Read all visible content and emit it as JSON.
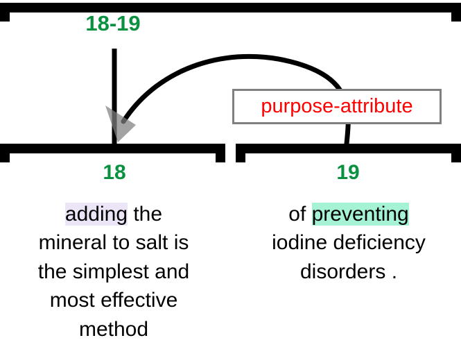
{
  "diagram": {
    "type": "discourse-relation-tree",
    "root": {
      "span_label": "18-19"
    },
    "relation": {
      "name": "purpose-attribute",
      "color": "#ff0000",
      "border_color": "#808080",
      "from_span": "19",
      "to_span": "18",
      "direction": "right-to-left"
    },
    "nodes": [
      {
        "id": "18",
        "span_label": "18",
        "role": "nucleus",
        "text_lines": [
          "adding the",
          "mineral to salt is",
          "the simplest and",
          "most effective",
          "method"
        ],
        "full_text": "adding the mineral to salt is the simplest and most effective method",
        "highlight": {
          "word": "adding",
          "color": "#ece4f7",
          "name": "lavender"
        }
      },
      {
        "id": "19",
        "span_label": "19",
        "role": "satellite",
        "text_lines": [
          "of preventing",
          "iodine deficiency",
          "disorders ."
        ],
        "full_text": "of preventing iodine deficiency disorders .",
        "highlight": {
          "word": "preventing",
          "color": "#a5f2d5",
          "name": "mint"
        }
      }
    ],
    "leaf18_line1_pre": "",
    "leaf18_line1_hl": "adding",
    "leaf18_line1_post": " the",
    "leaf18_line2": "mineral to salt is",
    "leaf18_line3": "the simplest and",
    "leaf18_line4": "most effective",
    "leaf18_line5": "method",
    "leaf19_line1_pre": "of ",
    "leaf19_line1_hl": "preventing",
    "leaf19_line1_post": "",
    "leaf19_line2": "iodine deficiency",
    "leaf19_line3": "disorders .",
    "colors": {
      "span_green": "#0a9140",
      "relation_red": "#ff0000",
      "box_border_gray": "#808080",
      "edge_black": "#000000",
      "arrowhead_gray": "#808080",
      "background": "#ffffff"
    }
  }
}
